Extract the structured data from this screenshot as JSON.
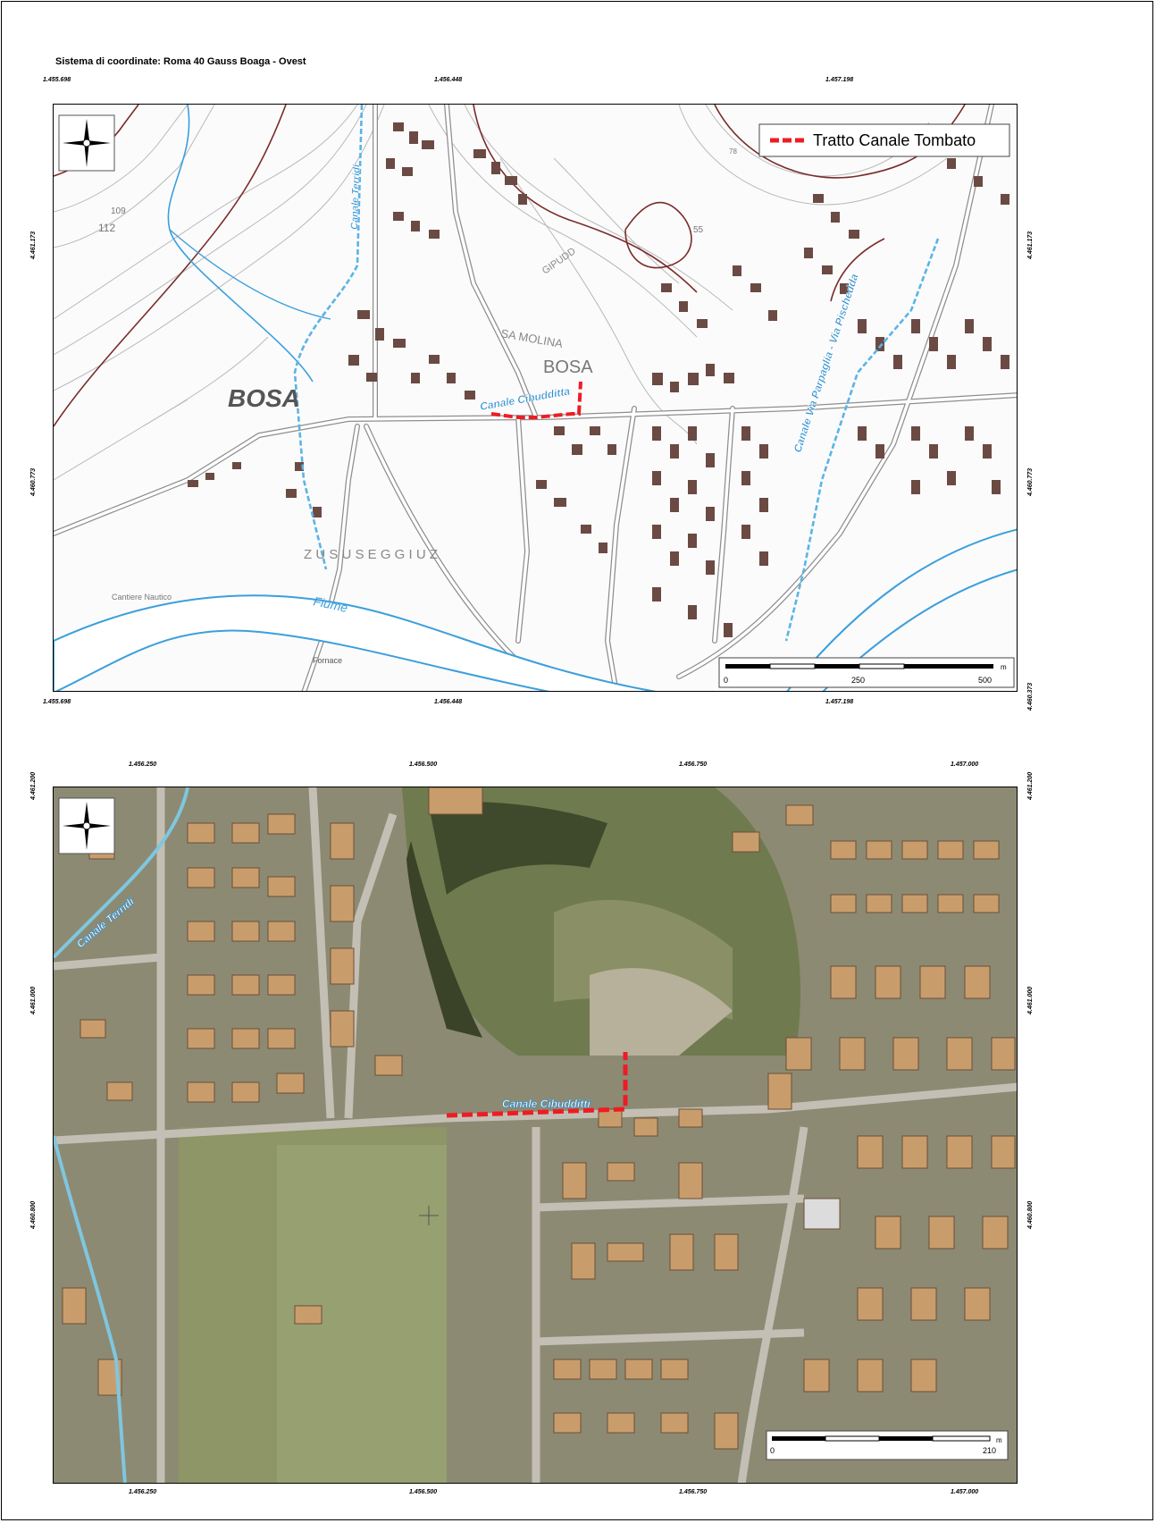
{
  "header": {
    "crs_label": "Sistema di coordinate: Roma 40 Gauss Boaga - Ovest"
  },
  "map_top": {
    "ticks_x": [
      "1.455.698",
      "1.456.448",
      "1.457.198"
    ],
    "ticks_y": [
      "4.461.173",
      "4.460.773",
      "4.460.373"
    ],
    "legend_label": "Tratto Canale Tombato",
    "place_labels": [
      "BOSA",
      "BOSA",
      "SA MOLINA",
      "Z U S U   S E G G I U Z",
      "GIPUDD",
      "Cantiere Nautico",
      "Fiume",
      "Fornace"
    ],
    "elevations": [
      "109",
      "112",
      "55",
      "78"
    ],
    "canal_labels": [
      "Canale Terridi",
      "Canale Cibudditta",
      "Canale Via Parpaglia - Via Pischedda"
    ],
    "scalebar": {
      "labels": [
        "0",
        "250",
        "500"
      ],
      "unit": "m"
    },
    "colors": {
      "canal": "#5ab4e6",
      "river": "#3b9fdb",
      "buildings": "#6b4a44",
      "contour_major": "#7a2b2b",
      "tombato": "#ee1c24"
    }
  },
  "map_bottom": {
    "ticks_x": [
      "1.456.250",
      "1.456.500",
      "1.456.750",
      "1.457.000"
    ],
    "ticks_y": [
      "4.461.200",
      "4.461.000",
      "4.460.800"
    ],
    "canal_labels": [
      "Canale Terridi",
      "Canale Cibudditti"
    ],
    "scalebar": {
      "labels": [
        "0",
        "210"
      ],
      "unit": "m"
    },
    "colors": {
      "canal": "#7fc6e0",
      "tombato": "#ee1c24"
    }
  }
}
